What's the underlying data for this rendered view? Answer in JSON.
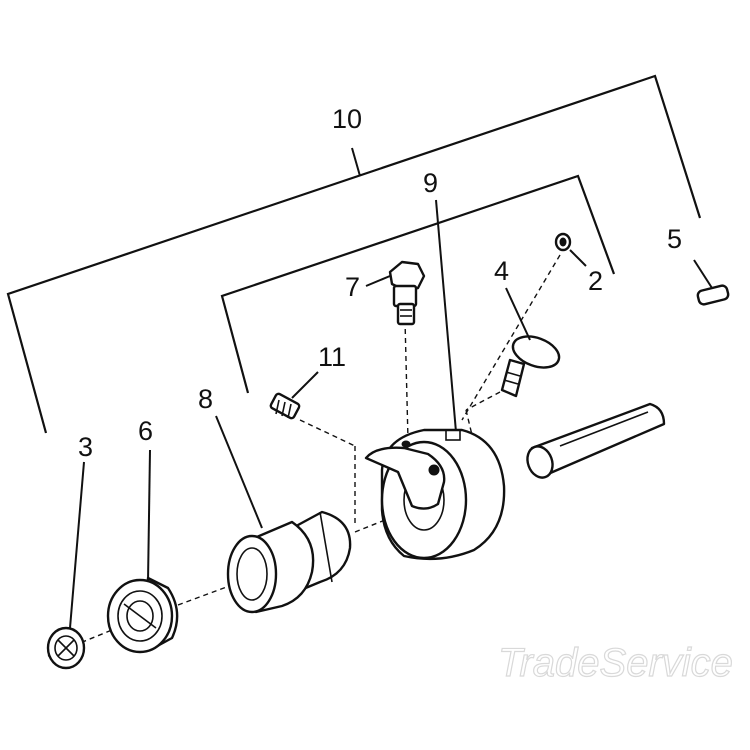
{
  "diagram": {
    "part_labels": {
      "p2": "2",
      "p3": "3",
      "p4": "4",
      "p5": "5",
      "p6": "6",
      "p7": "7",
      "p8": "8",
      "p9": "9",
      "p10": "10",
      "p11": "11"
    },
    "watermark": "TradeService"
  }
}
